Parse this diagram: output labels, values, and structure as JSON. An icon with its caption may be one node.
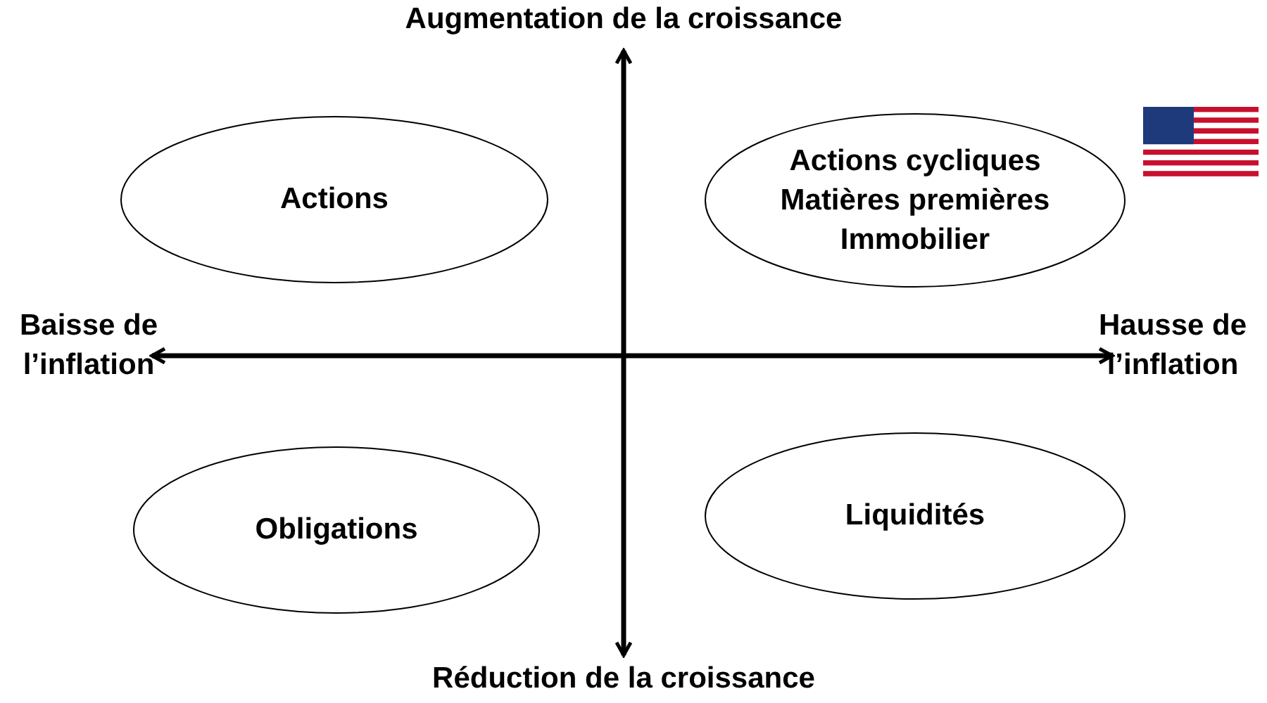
{
  "diagram": {
    "nodes": [
      {
        "text": [
          "Actions"
        ]
      },
      {
        "text": [
          "Actions cycliques",
          "Matières premières",
          "Immobilier"
        ]
      },
      {
        "text": [
          "Obligations"
        ]
      },
      {
        "text": [
          "Liquidités"
        ]
      }
    ],
    "labels": [
      "Augmentation de la croissance",
      "Baisse de l’inflation",
      "Hausse de l’inflation",
      "Réduction de la croissance"
    ]
  }
}
